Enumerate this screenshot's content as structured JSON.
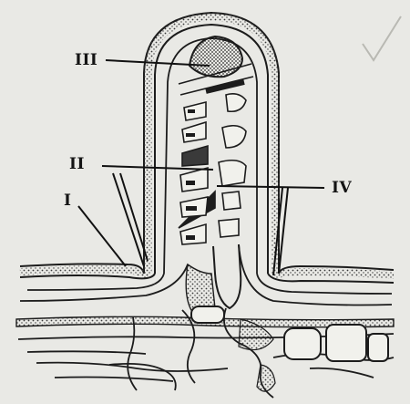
{
  "labels": {
    "one": "I",
    "two": "II",
    "three": "III",
    "four": "IV"
  },
  "colors": {
    "paper": "#e9e9e5",
    "ink": "#1c1c1c",
    "dots": "#3a3a3a"
  },
  "icons": {
    "checkmark": "pencil-check-mark"
  }
}
